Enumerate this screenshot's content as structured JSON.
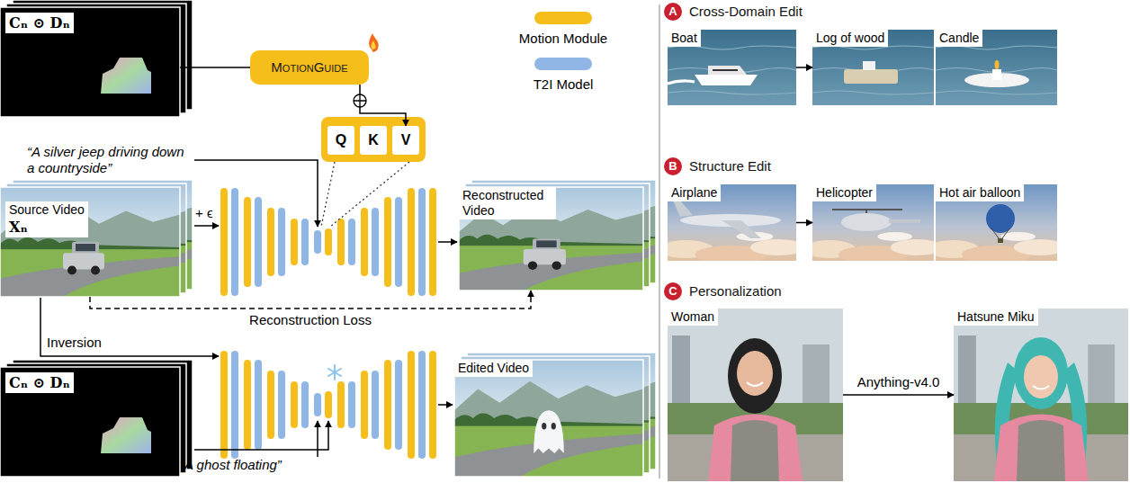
{
  "diagram": {
    "nodes": [
      {
        "text": [
          "Cₙ ⊙ Dₙ"
        ]
      },
      {
        "text": [
          "MotionGuide"
        ]
      },
      {
        "text": [
          "Q"
        ]
      },
      {
        "text": [
          "K"
        ]
      },
      {
        "text": [
          "V"
        ]
      },
      {
        "text": [
          "Source Video",
          "Xₙ"
        ]
      },
      {
        "text": [
          "Reconstructed Video"
        ]
      },
      {
        "text": [
          "Cₙ ⊙ Dₙ"
        ]
      },
      {
        "text": [
          "Edited Video"
        ]
      },
      {
        "text": [
          "A",
          "Cross-Domain Edit"
        ]
      },
      {
        "text": [
          "Boat"
        ]
      },
      {
        "text": [
          "Log of wood"
        ]
      },
      {
        "text": [
          "Candle"
        ]
      },
      {
        "text": [
          "B",
          "Structure Edit"
        ]
      },
      {
        "text": [
          "Airplane"
        ]
      },
      {
        "text": [
          "Helicopter"
        ]
      },
      {
        "text": [
          "Hot air balloon"
        ]
      },
      {
        "text": [
          "C",
          "Personalization"
        ]
      },
      {
        "text": [
          "Woman"
        ]
      },
      {
        "text": [
          "Hatsune Miku"
        ]
      }
    ],
    "edges": [
      {
        "from": 0,
        "to": 1,
        "arrow": "none"
      },
      {
        "from": 1,
        "to": 4,
        "arrow": "to"
      },
      {
        "from": 5,
        "to": 6,
        "arrow": "to",
        "label": "Reconstruction Loss"
      },
      {
        "from": 10,
        "to": 11,
        "arrow": "to"
      },
      {
        "from": 14,
        "to": 15,
        "arrow": "to"
      },
      {
        "from": 18,
        "to": 19,
        "arrow": "to",
        "label": "Anything-v4.0"
      }
    ],
    "labels": [
      "“A silver jeep driving down a countryside”",
      "+ ϵ",
      "Inversion",
      "“A ghost floating”"
    ],
    "legend": [
      {
        "text": "Motion Module",
        "color": "#f6be1a"
      },
      {
        "text": "T2I Model",
        "color": "#8fb6e4"
      }
    ]
  }
}
